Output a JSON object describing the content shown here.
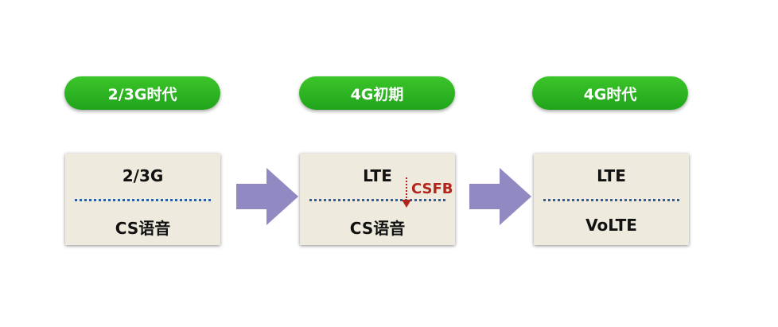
{
  "stages": [
    {
      "label": "2/3G时代",
      "top": "2/3G",
      "bottom": "CS语音"
    },
    {
      "label": "4G初期",
      "top": "LTE",
      "bottom": "CS语音"
    },
    {
      "label": "4G时代",
      "top": "LTE",
      "bottom": "VoLTE"
    }
  ],
  "csfb": {
    "label": "CSFB"
  },
  "colors": {
    "pill": "#2cb522",
    "box": "#eeebde",
    "arrow": "#9089c2",
    "divider": "#2a5da3",
    "csfb": "#b3241d"
  }
}
